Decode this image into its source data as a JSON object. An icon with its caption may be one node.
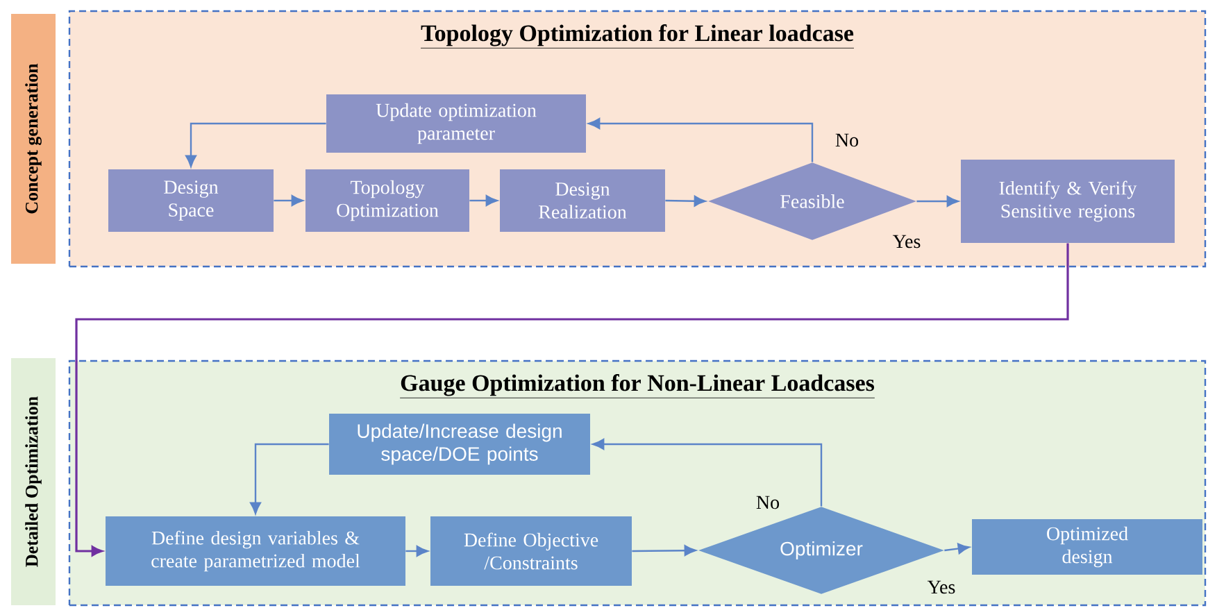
{
  "diagram": {
    "nodes": [
      {
        "text": [
          "Concept generation"
        ]
      },
      {
        "text": [
          "Topology Optimization for Linear loadcase"
        ]
      },
      {
        "text": [
          "Update optimization parameter"
        ],
        "in": 1
      },
      {
        "text": [
          "Design Space"
        ],
        "in": 1
      },
      {
        "text": [
          "Topology Optimization"
        ],
        "in": 1
      },
      {
        "text": [
          "Design Realization"
        ],
        "in": 1
      },
      {
        "text": [
          "Feasible"
        ],
        "in": 1
      },
      {
        "text": [
          "Identify & Verify Sensitive regions"
        ],
        "in": 1
      },
      {
        "text": [
          "Detailed Optimization"
        ]
      },
      {
        "text": [
          "Gauge Optimization for Non-Linear Loadcases"
        ]
      },
      {
        "text": [
          "Update/Increase design space/DOE points"
        ],
        "in": 9
      },
      {
        "text": [
          "Define design variables & create parametrized model"
        ],
        "in": 9
      },
      {
        "text": [
          "Define Objective /Constraints"
        ],
        "in": 9
      },
      {
        "text": [
          "Optimizer"
        ],
        "in": 9
      },
      {
        "text": [
          "Optimized design"
        ],
        "in": 9
      }
    ],
    "edges": [
      {
        "from": 3,
        "to": 4,
        "arrow": "to"
      },
      {
        "from": 4,
        "to": 5,
        "arrow": "to"
      },
      {
        "from": 5,
        "to": 6,
        "arrow": "to"
      },
      {
        "from": 6,
        "to": 7,
        "arrow": "to",
        "label": "Yes"
      },
      {
        "from": 6,
        "to": 2,
        "arrow": "to",
        "label": "No"
      },
      {
        "from": 2,
        "to": 3,
        "arrow": "to"
      },
      {
        "from": 7,
        "to": 11,
        "arrow": "to",
        "color": "#7030a0"
      },
      {
        "from": 11,
        "to": 12,
        "arrow": "to"
      },
      {
        "from": 12,
        "to": 13,
        "arrow": "to"
      },
      {
        "from": 13,
        "to": 14,
        "arrow": "to",
        "label": "Yes"
      },
      {
        "from": 13,
        "to": 10,
        "arrow": "to",
        "label": "No"
      },
      {
        "from": 10,
        "to": 11,
        "arrow": "to"
      }
    ]
  }
}
